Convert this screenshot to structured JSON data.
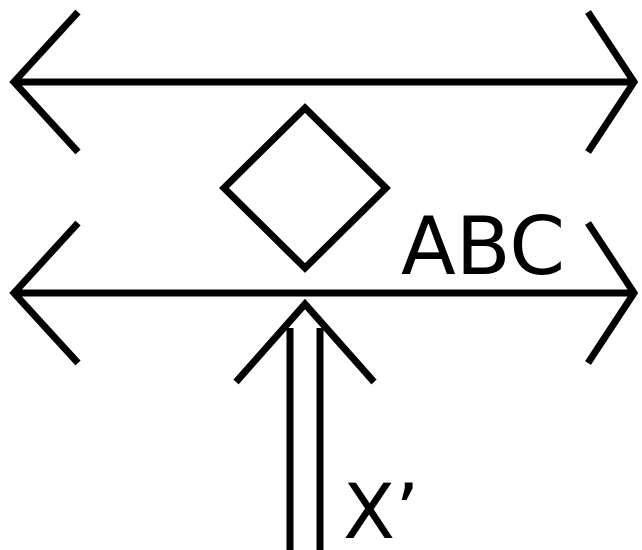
{
  "diagram": {
    "labels": {
      "upper_line": "ABC",
      "vertical_arrow": "X’"
    },
    "symbols": {
      "top_line": "double-headed-arrow",
      "middle_line": "double-headed-arrow",
      "center_shape": "diamond",
      "bottom": "double-shaft-arrow-up"
    },
    "colors": {
      "ink": "#000000",
      "background": "#ffffff"
    }
  }
}
